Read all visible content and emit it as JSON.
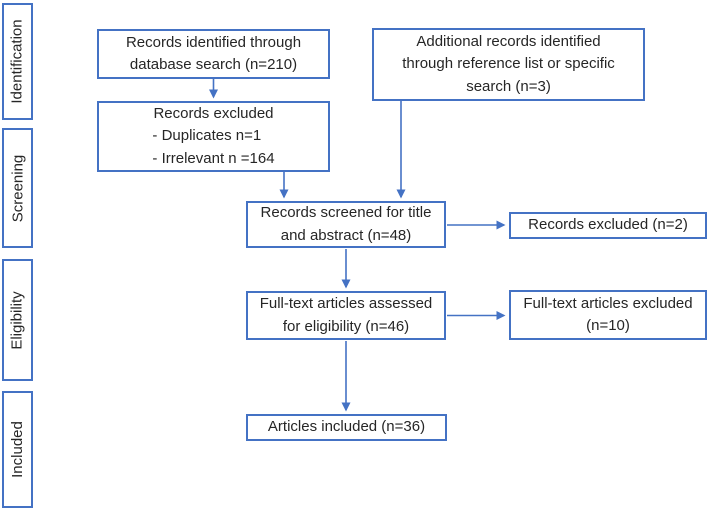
{
  "colors": {
    "accent_blue": "#4472C4",
    "text": "#262626",
    "background": "#ffffff"
  },
  "sidebar": {
    "stages": [
      {
        "label": "Identification"
      },
      {
        "label": "Screening"
      },
      {
        "label": "Eligibility"
      },
      {
        "label": "Included"
      }
    ]
  },
  "boxes": {
    "db_search": {
      "lines": [
        "Records identified through",
        "database search (n=210)"
      ]
    },
    "additional_records": {
      "lines": [
        "Additional records identified",
        "through reference list or specific",
        "search (n=3)"
      ]
    },
    "records_excluded_initial": {
      "title": "Records excluded",
      "bullets": [
        "- Duplicates n=1",
        "- Irrelevant n =164"
      ]
    },
    "screened": {
      "lines": [
        "Records screened for title",
        "and abstract (n=48)"
      ]
    },
    "records_excluded_screening": {
      "lines": [
        "Records excluded (n=2)"
      ]
    },
    "fulltext_assessed": {
      "lines": [
        "Full-text articles assessed",
        "for eligibility (n=46)"
      ]
    },
    "fulltext_excluded": {
      "lines": [
        "Full-text articles excluded",
        "(n=10)"
      ]
    },
    "included": {
      "lines": [
        "Articles included (n=36)"
      ]
    }
  }
}
